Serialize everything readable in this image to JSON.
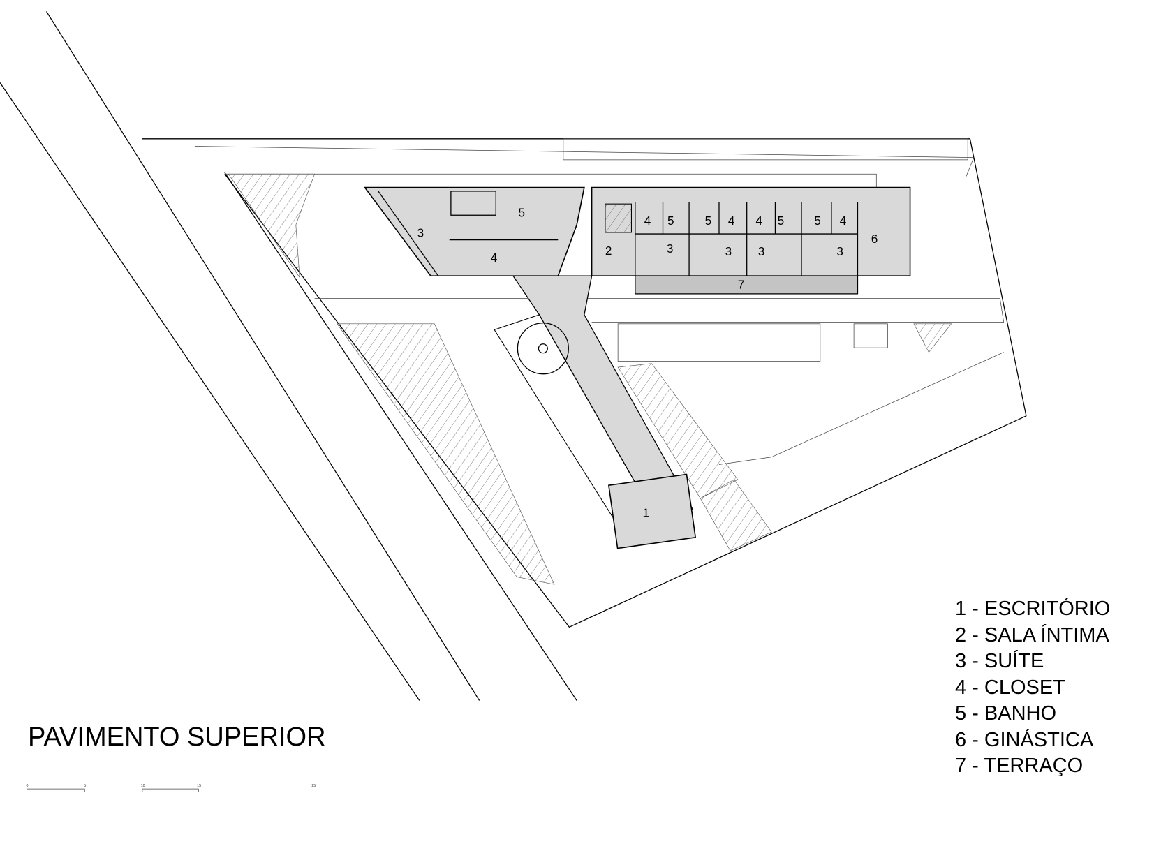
{
  "drawing": {
    "title": "PAVIMENTO SUPERIOR",
    "room_labels": {
      "office": "1",
      "living": "2",
      "suite_a": "3",
      "suite_b": "3",
      "suite_c": "3",
      "suite_d": "3",
      "suite_e": "3",
      "closet_a": "4",
      "closet_b": "4",
      "closet_c": "4",
      "closet_d": "4",
      "closet_e": "4",
      "bath_a": "5",
      "bath_b": "5",
      "bath_c": "5",
      "bath_d": "5",
      "bath_e": "5",
      "gym": "6",
      "terrace": "7"
    },
    "legend": [
      "1 - ESCRITÓRIO",
      "2 - SALA ÍNTIMA",
      "3 - SUÍTE",
      "4 - CLOSET",
      "5 - BANHO",
      "6 - GINÁSTICA",
      "7 - TERRAÇO"
    ],
    "scale_bar": [
      "0",
      "5",
      "10",
      "15",
      "25"
    ],
    "colors": {
      "room_fill": "#d9d9d9",
      "terrace_fill": "#c4c4c4"
    }
  }
}
